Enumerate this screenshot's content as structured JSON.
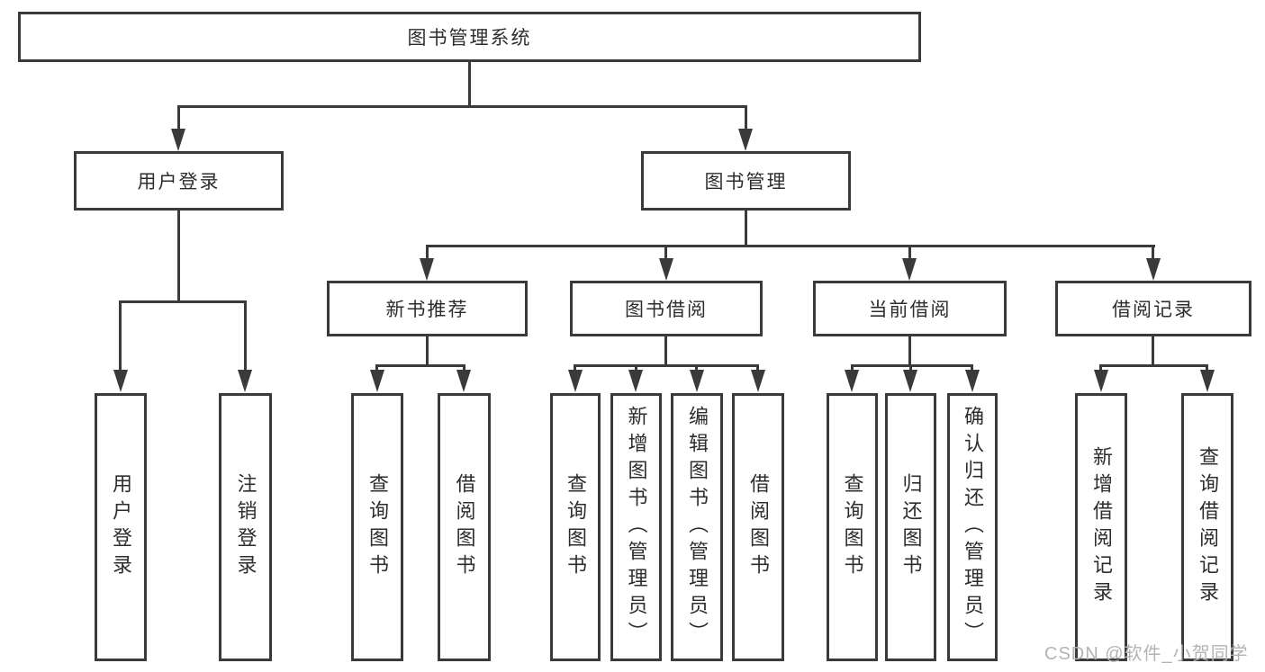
{
  "diagram_title": "图书管理系统",
  "tree": {
    "label": "图书管理系统",
    "children": [
      {
        "label": "用户登录",
        "children": [
          {
            "label": "用户登录"
          },
          {
            "label": "注销登录"
          }
        ]
      },
      {
        "label": "图书管理",
        "children": [
          {
            "label": "新书推荐",
            "children": [
              {
                "label": "查询图书"
              },
              {
                "label": "借阅图书"
              }
            ]
          },
          {
            "label": "图书借阅",
            "children": [
              {
                "label": "查询图书"
              },
              {
                "label": "新增图书（管理员）"
              },
              {
                "label": "编辑图书（管理员）"
              },
              {
                "label": "借阅图书"
              }
            ]
          },
          {
            "label": "当前借阅",
            "children": [
              {
                "label": "查询图书"
              },
              {
                "label": "归还图书"
              },
              {
                "label": "确认归还（管理员）"
              }
            ]
          },
          {
            "label": "借阅记录",
            "children": [
              {
                "label": "新增借阅记录"
              },
              {
                "label": "查询借阅记录"
              }
            ]
          }
        ]
      }
    ]
  },
  "watermark": {
    "text": "CSDN @软件_小贺同学"
  },
  "colors": {
    "line": "#3a3a3a",
    "text": "#2d2d2d",
    "watermark": "#b3b3b3",
    "background": "#ffffff"
  }
}
